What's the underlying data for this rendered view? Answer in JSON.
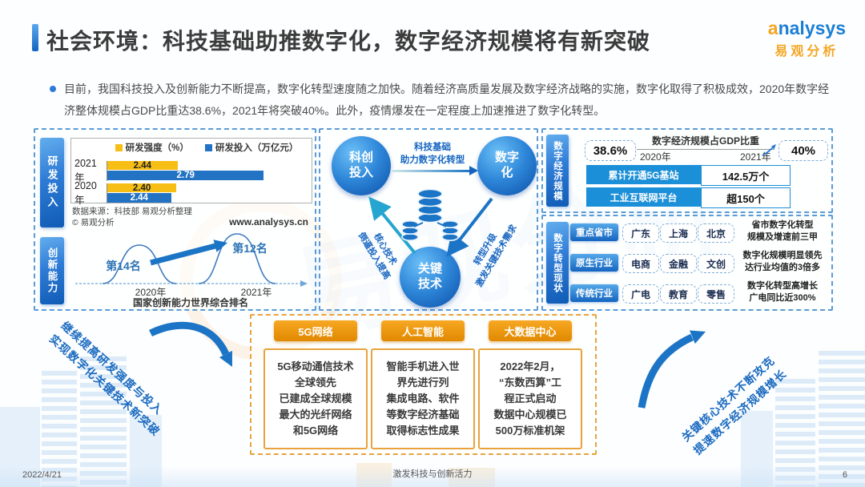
{
  "colors": {
    "accent_blue": "#2E7BD6",
    "tab_blue": "#1565C0",
    "dash_blue": "#5B9BD5",
    "dash_orange": "#E8A33D",
    "header_orange": "#F09C1B",
    "bar_yellow": "#F7BE16",
    "bar_blue": "#2273C3",
    "logo_orange": "#F5A623",
    "logo_blue": "#1B7FD4"
  },
  "header": {
    "title": "社会环境：科技基础助推数字化，数字经济规模将有新突破",
    "logo_brand": "analysys",
    "logo_cn": "易观分析"
  },
  "watermark": {
    "text": "易观分析"
  },
  "intro": {
    "bullet": "目前，我国科技投入及创新能力不断提高，数字化转型速度随之加快。随着经济高质量发展及数字经济战略的实施，数字化取得了积极成效，2020年数字经济整体规模占GDP比重达38.6%，2021年将突破40%。此外，疫情爆发在一定程度上加速推进了数字化转型。"
  },
  "rnd": {
    "tab": "研发投入",
    "source": "数据来源：科技部 易观分析整理",
    "copyright": "© 易观分析",
    "website": "www.analysys.cn"
  },
  "chart_data": {
    "type": "bar",
    "orientation": "horizontal",
    "categories": [
      "2021年",
      "2020年"
    ],
    "series": [
      {
        "name": "研发强度（%）",
        "color": "#F7BE16",
        "values": [
          2.44,
          2.4
        ],
        "labels": [
          "2.44",
          "2.40"
        ]
      },
      {
        "name": "研发投入（万亿元）",
        "color": "#2273C3",
        "values": [
          2.79,
          2.44
        ],
        "labels": [
          "2.79",
          "2.44"
        ]
      }
    ],
    "legend_position": "top",
    "grid": false
  },
  "innovation": {
    "tab": "创新能力",
    "ranks": [
      "第14名",
      "第12名"
    ],
    "years": [
      "2020年",
      "2021年"
    ],
    "caption": "国家创新能力世界综合排名"
  },
  "cycle": {
    "node_invest": "科创\n投入",
    "node_digital": "数字\n化",
    "node_tech": "关键\n技术",
    "edge_top": "科技基础\n助力数字化转型",
    "edge_left": "核心技术\n倒逼投入提高",
    "edge_right": "转型升级\n激发关键技术需求"
  },
  "economy": {
    "tab": "数字经济规模",
    "gdp_title": "数字经济规模占GDP比重",
    "y2020": "2020年",
    "v2020": "38.6%",
    "y2021": "2021年",
    "v2021": "40%",
    "rows": [
      {
        "label": "累计开通5G基站",
        "value": "142.5万个"
      },
      {
        "label": "工业互联网平台",
        "value": "超150个"
      }
    ]
  },
  "transform": {
    "tab": "数字转型现状",
    "rows": [
      {
        "label": "重点省市",
        "tags": [
          "广东",
          "上海",
          "北京"
        ],
        "note": "省市数字化转型\n规模及增速前三甲"
      },
      {
        "label": "原生行业",
        "tags": [
          "电商",
          "金融",
          "文创"
        ],
        "note": "数字化规模明显领先\n达行业均值的3倍多"
      },
      {
        "label": "传统行业",
        "tags": [
          "广电",
          "教育",
          "零售"
        ],
        "note": "数字化转型高增长\n广电同比近300%"
      }
    ]
  },
  "tech_cards": [
    {
      "title": "5G网络",
      "body": "5G移动通信技术\n全球领先\n已建成全球规模\n最大的光纤网络\n和5G网络"
    },
    {
      "title": "人工智能",
      "body": "智能手机进入世\n界先进行列\n集成电路、软件\n等数字经济基础\n取得标志性成果"
    },
    {
      "title": "大数据中心",
      "body": "2022年2月，\n“东数西算”工\n程正式启动\n数据中心规模已\n500万标准机架"
    }
  ],
  "side_notes": {
    "left": "继续提高研发强度与投入\n实现数字化关键技术新突破",
    "right": "关键核心技术不断攻克\n提速数字经济规模增长"
  },
  "footer": {
    "date": "2022/4/21",
    "center": "激发科技与创新活力",
    "page": "6"
  }
}
